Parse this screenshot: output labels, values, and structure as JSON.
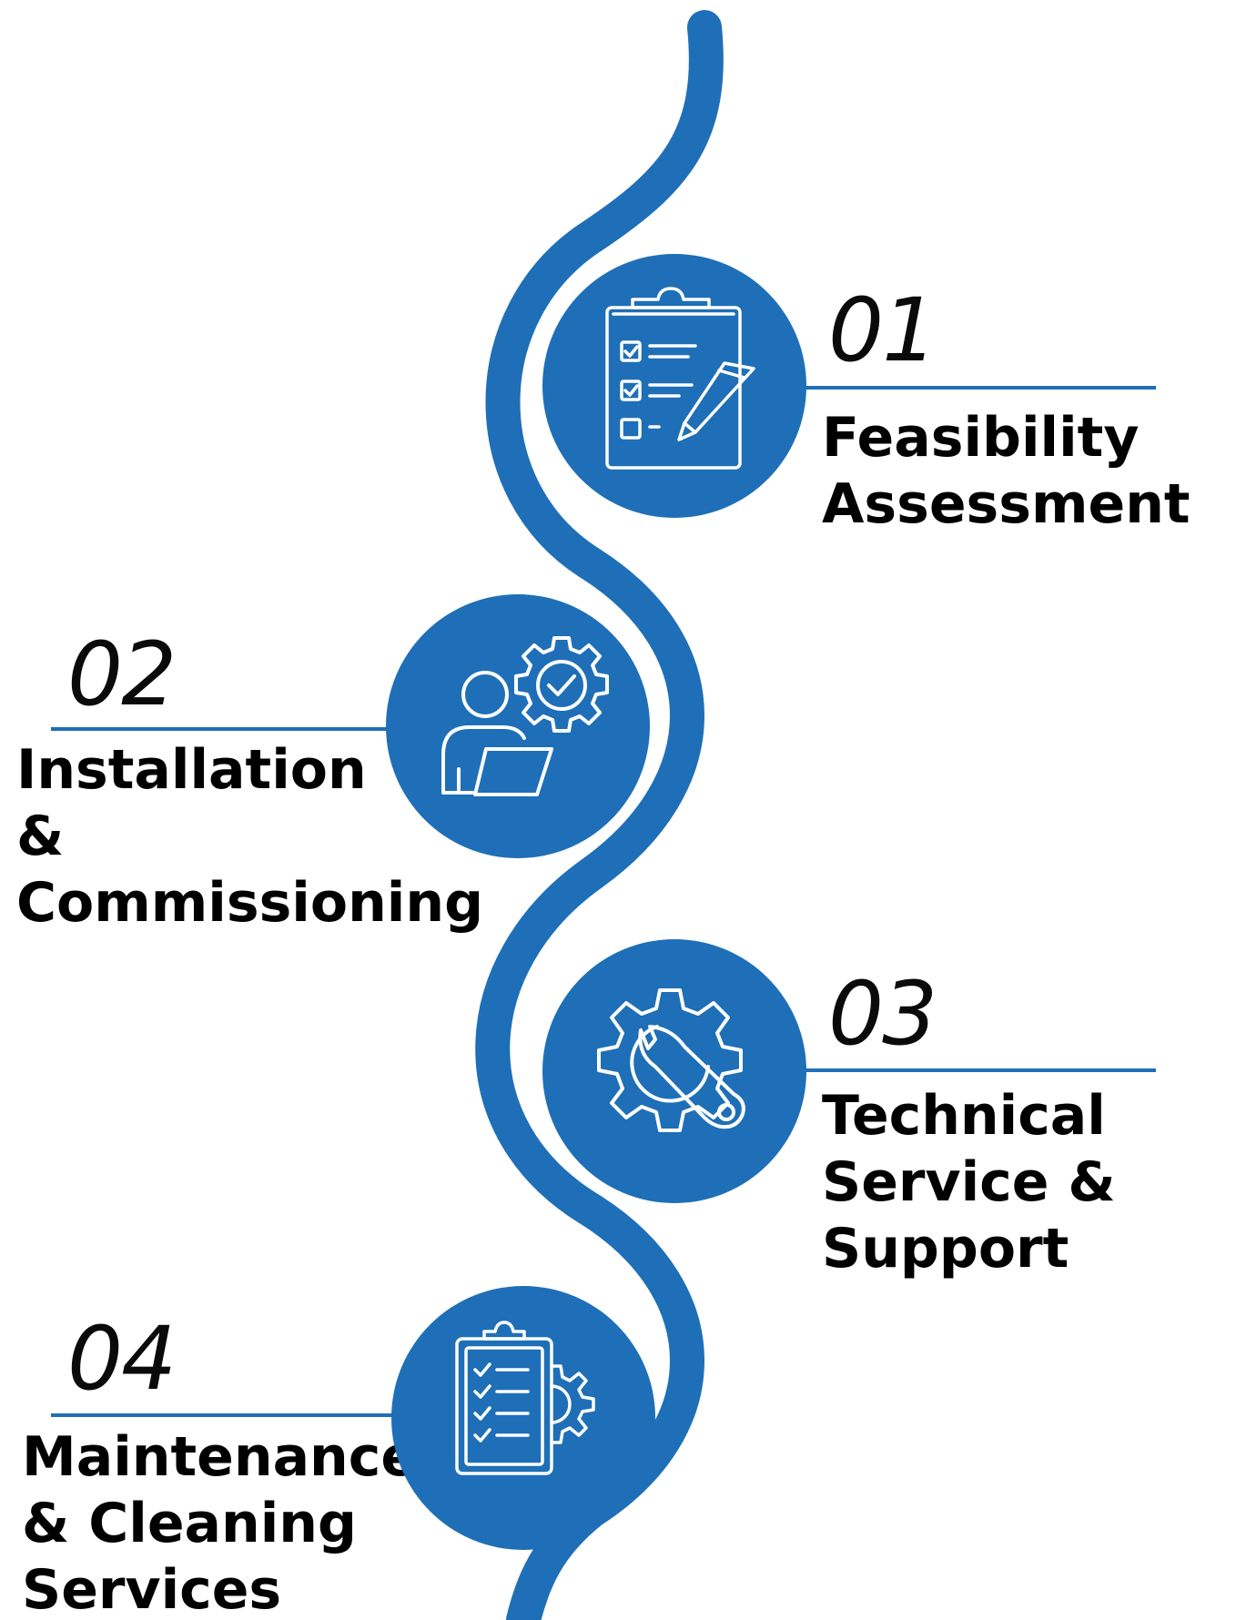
{
  "colors": {
    "accent": "#1e6fb7",
    "text": "#000000",
    "background": "#ffffff"
  },
  "steps": [
    {
      "number": "01",
      "title_lines": [
        "Feasibility",
        "Assessment"
      ],
      "icon": "clipboard-checklist-pencil-icon"
    },
    {
      "number": "02",
      "title_lines": [
        "Installation",
        "&",
        "Commissioning"
      ],
      "icon": "person-laptop-gear-check-icon"
    },
    {
      "number": "03",
      "title_lines": [
        "Technical",
        "Service &",
        "Support"
      ],
      "icon": "gear-wrench-icon"
    },
    {
      "number": "04",
      "title_lines": [
        "Maintenance",
        "& Cleaning",
        "Services"
      ],
      "icon": "clipboard-checklist-gear-icon"
    }
  ]
}
